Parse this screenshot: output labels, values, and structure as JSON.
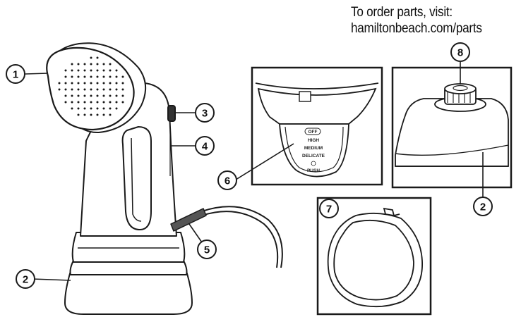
{
  "parts_note": {
    "line1": "To order parts, visit:",
    "line2": "hamiltonbeach.com/parts"
  },
  "callouts": {
    "c1": "1",
    "c2_main": "2",
    "c2_detail": "2",
    "c3": "3",
    "c4": "4",
    "c5": "5",
    "c6": "6",
    "c7": "7",
    "c8": "8"
  },
  "dial": {
    "off": "OFF",
    "high": "HIGH",
    "medium": "MEDIUM",
    "delicate": "DELICATE",
    "push": "PUSH"
  },
  "colors": {
    "line": "#1a1a1a",
    "fill": "#ffffff",
    "shade": "#e8e8e8"
  }
}
